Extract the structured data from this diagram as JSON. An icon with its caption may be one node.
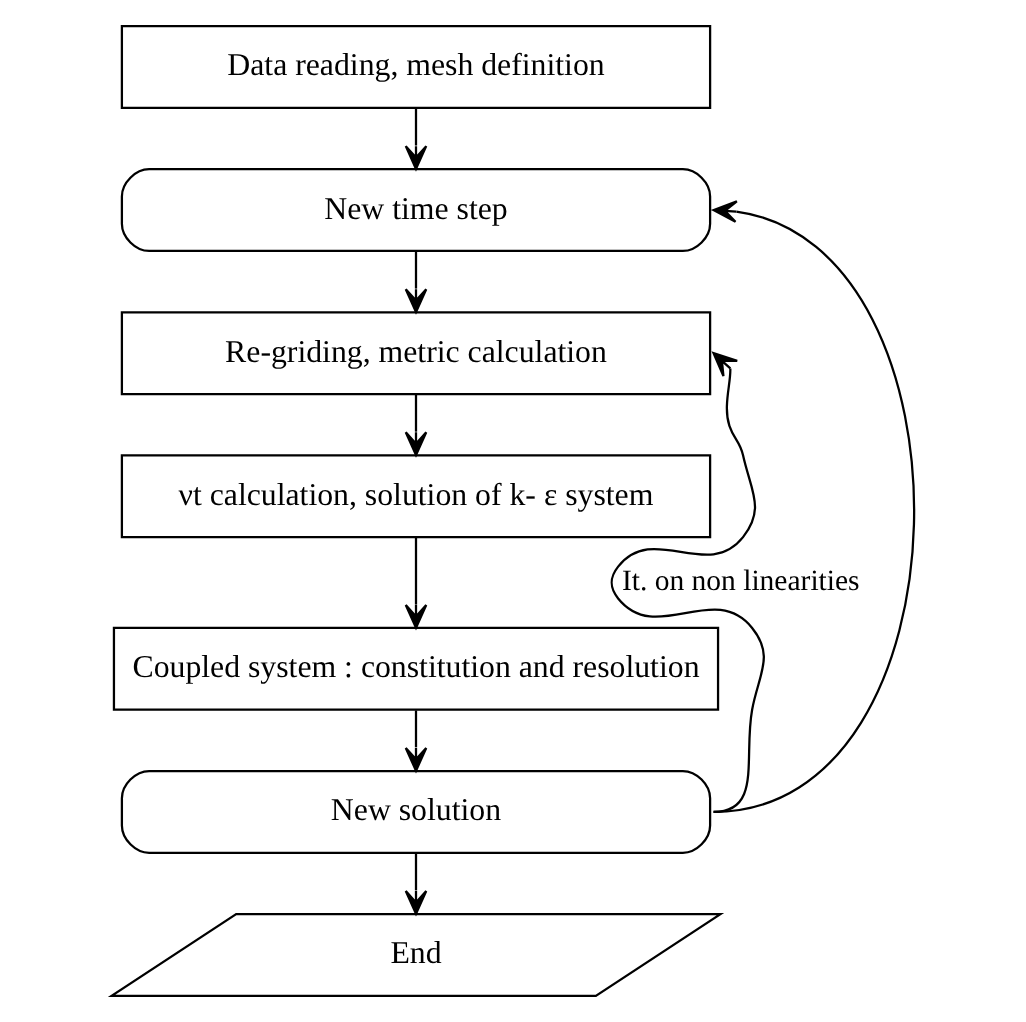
{
  "diagram": {
    "nodes": [
      {
        "text": [
          "Data reading, mesh definition"
        ]
      },
      {
        "text": [
          "New time step"
        ]
      },
      {
        "text": [
          "Re-griding, metric calculation"
        ]
      },
      {
        "text": [
          "νt calculation, solution of k- ε system"
        ]
      },
      {
        "text": [
          "Coupled system : constitution and resolution"
        ]
      },
      {
        "text": [
          "New solution"
        ]
      },
      {
        "text": [
          "End"
        ]
      }
    ],
    "edges": [
      {
        "from": 0,
        "to": 1,
        "arrow": "to"
      },
      {
        "from": 1,
        "to": 2,
        "arrow": "to"
      },
      {
        "from": 2,
        "to": 3,
        "arrow": "to"
      },
      {
        "from": 3,
        "to": 4,
        "arrow": "to"
      },
      {
        "from": 4,
        "to": 5,
        "arrow": "to"
      },
      {
        "from": 5,
        "to": 6,
        "arrow": "to"
      },
      {
        "from": 5,
        "to": 2,
        "arrow": "to",
        "label": "It. on non linearities"
      },
      {
        "from": 5,
        "to": 1,
        "arrow": "to"
      }
    ]
  }
}
